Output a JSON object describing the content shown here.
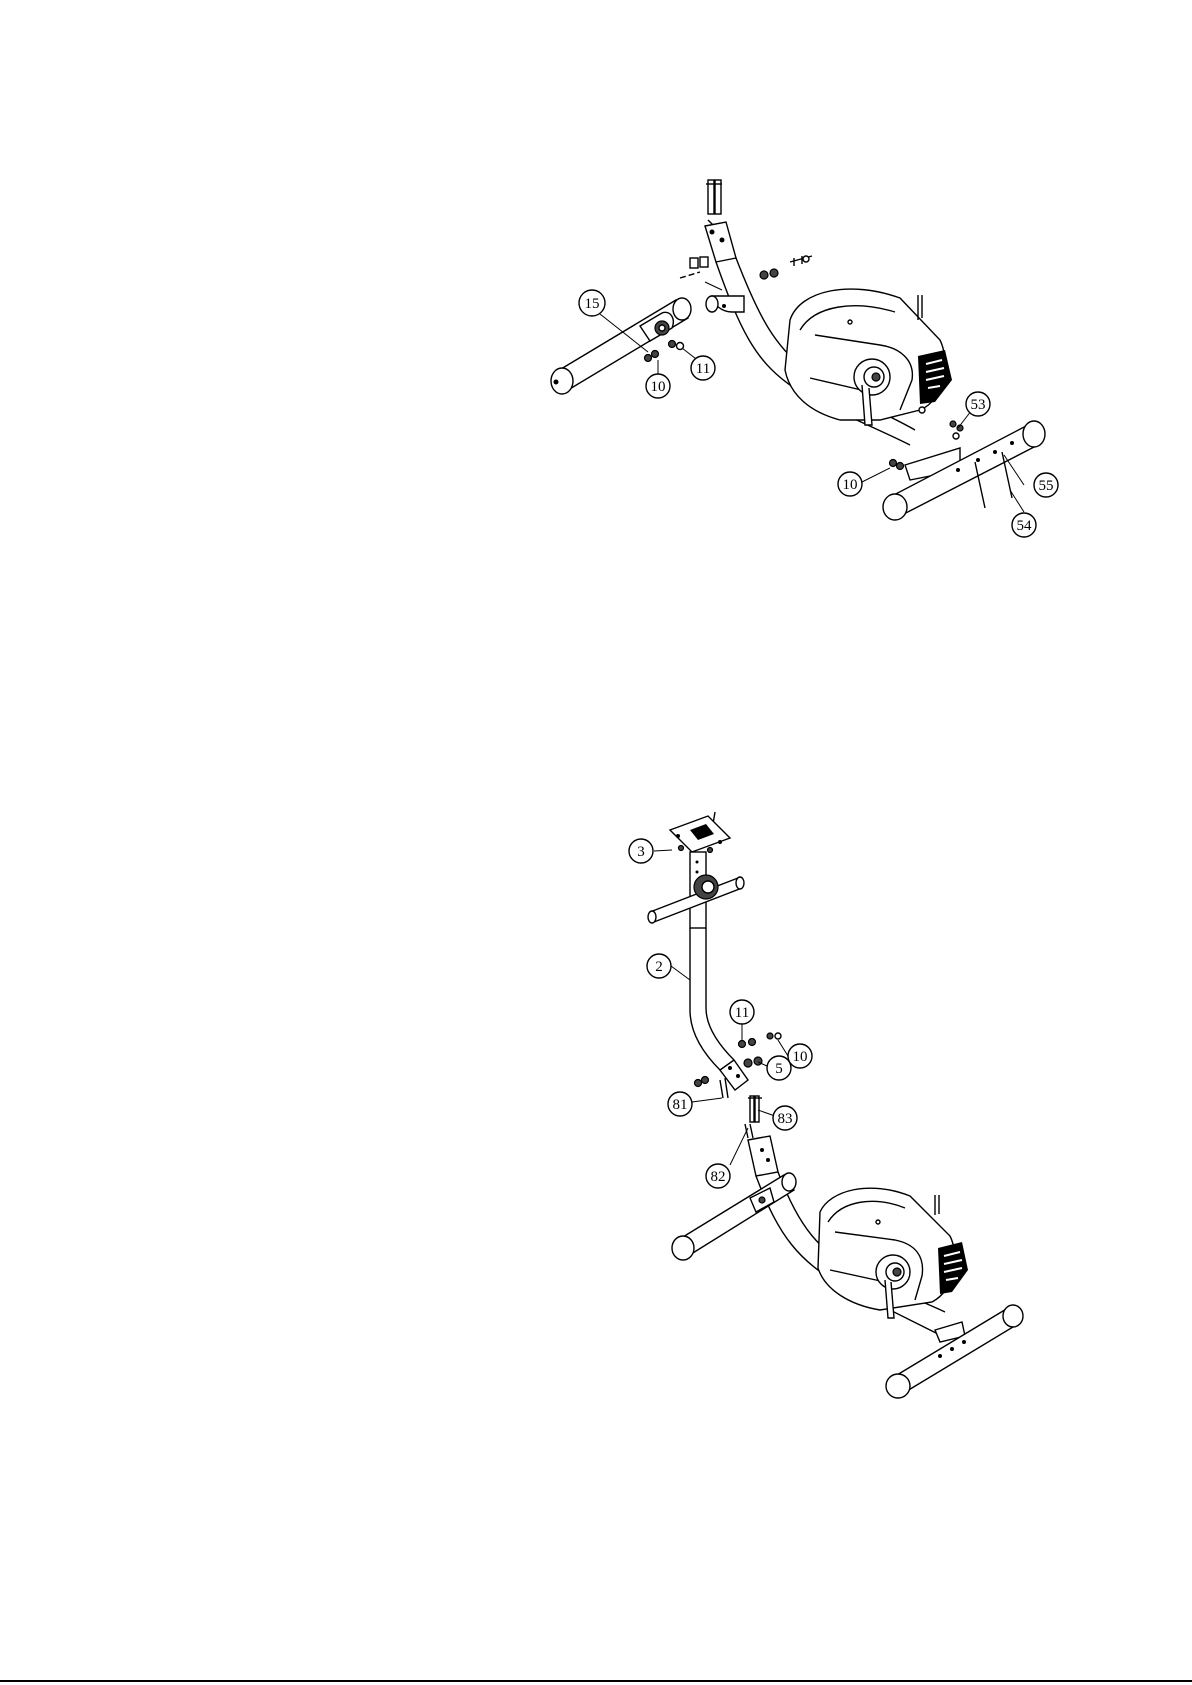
{
  "diagram_top": {
    "callouts": [
      {
        "id": "c15",
        "label": "15"
      },
      {
        "id": "c10a",
        "label": "10"
      },
      {
        "id": "c11a",
        "label": "11"
      },
      {
        "id": "c53",
        "label": "53"
      },
      {
        "id": "c10b",
        "label": "10"
      },
      {
        "id": "c55",
        "label": "55"
      },
      {
        "id": "c54",
        "label": "54"
      }
    ]
  },
  "diagram_bottom": {
    "callouts": [
      {
        "id": "c3",
        "label": "3"
      },
      {
        "id": "c2",
        "label": "2"
      },
      {
        "id": "c11b",
        "label": "11"
      },
      {
        "id": "c10c",
        "label": "10"
      },
      {
        "id": "c5",
        "label": "5"
      },
      {
        "id": "c81",
        "label": "81"
      },
      {
        "id": "c83",
        "label": "83"
      },
      {
        "id": "c82",
        "label": "82"
      }
    ]
  }
}
